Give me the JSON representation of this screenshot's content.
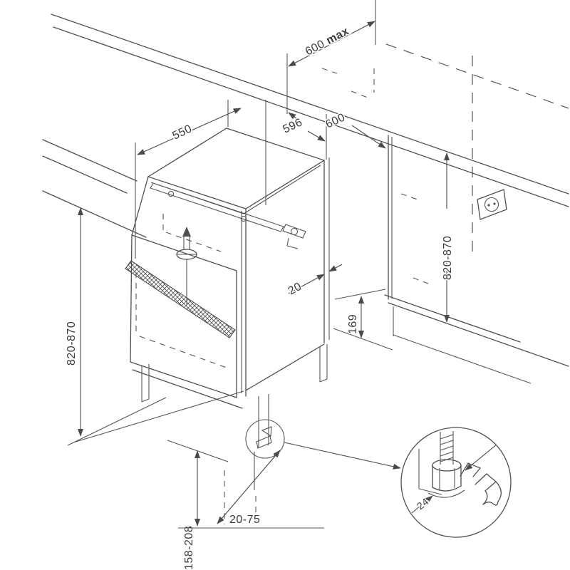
{
  "diagram": {
    "type": "built-under appliance installation drawing",
    "units": "mm",
    "dims": {
      "worktop_depth_value": "600",
      "worktop_depth_suffix": "max",
      "appliance_depth": "550",
      "appliance_width": "596",
      "niche_width": "600",
      "niche_height_left": "820-870",
      "niche_height_right": "820-870",
      "rear_gap": "20",
      "plinth_height": "169",
      "base_clearance": "158-208",
      "foot_adjustment": "20-75",
      "wrench_size": "24"
    },
    "icons": {
      "outlet": "power-outlet",
      "screw": "mounting-screw",
      "foot": "adjustable-foot",
      "wrench": "open-end-wrench",
      "detail": "foot-adjustment-detail"
    },
    "colors": {
      "line": "#4f4f4f",
      "text": "#3a3a3a",
      "background": "#ffffff"
    }
  }
}
